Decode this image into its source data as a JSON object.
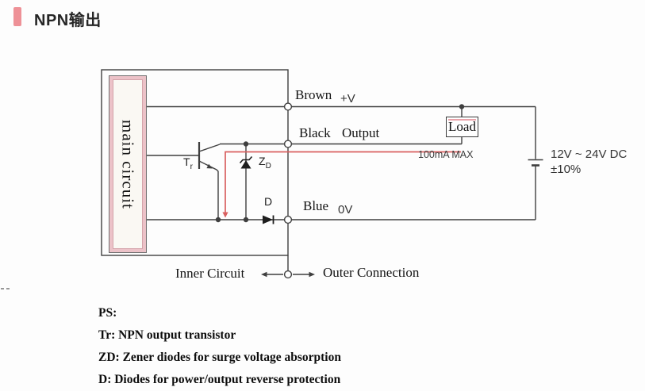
{
  "header": {
    "title": "NPN输出"
  },
  "diagram": {
    "main_circuit_label": "main circuit",
    "wires": {
      "brown": {
        "name": "Brown",
        "signal": "+V"
      },
      "black": {
        "name": "Black",
        "signal": "Output"
      },
      "blue": {
        "name": "Blue",
        "signal": "0V"
      }
    },
    "load_label": "Load",
    "current_max": "100mA MAX",
    "supply_voltage": "12V ~ 24V DC",
    "supply_tolerance": "±10%",
    "components": {
      "transistor_main": "T",
      "transistor_sub": "r",
      "zener_main": "Z",
      "zener_sub": "D",
      "diode": "D"
    },
    "inner_label": "Inner Circuit",
    "outer_label": "Outer Connection"
  },
  "notes": {
    "heading": "PS:",
    "items": [
      "Tr: NPN output transistor",
      "ZD: Zener diodes for surge voltage absorption",
      "D: Diodes for power/output reverse protection"
    ]
  },
  "colors": {
    "accent": "#ee9197",
    "wire": "#3f3f3f",
    "current_path": "#d96060"
  }
}
